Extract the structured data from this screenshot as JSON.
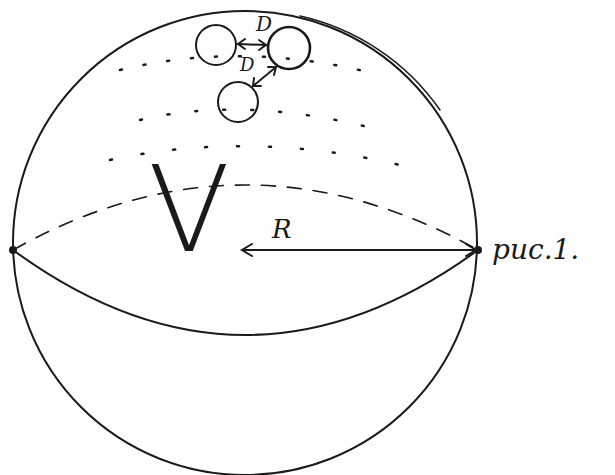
{
  "diagram": {
    "labels": [
      "D",
      "D",
      "V",
      "R",
      "рис.1."
    ]
  }
}
